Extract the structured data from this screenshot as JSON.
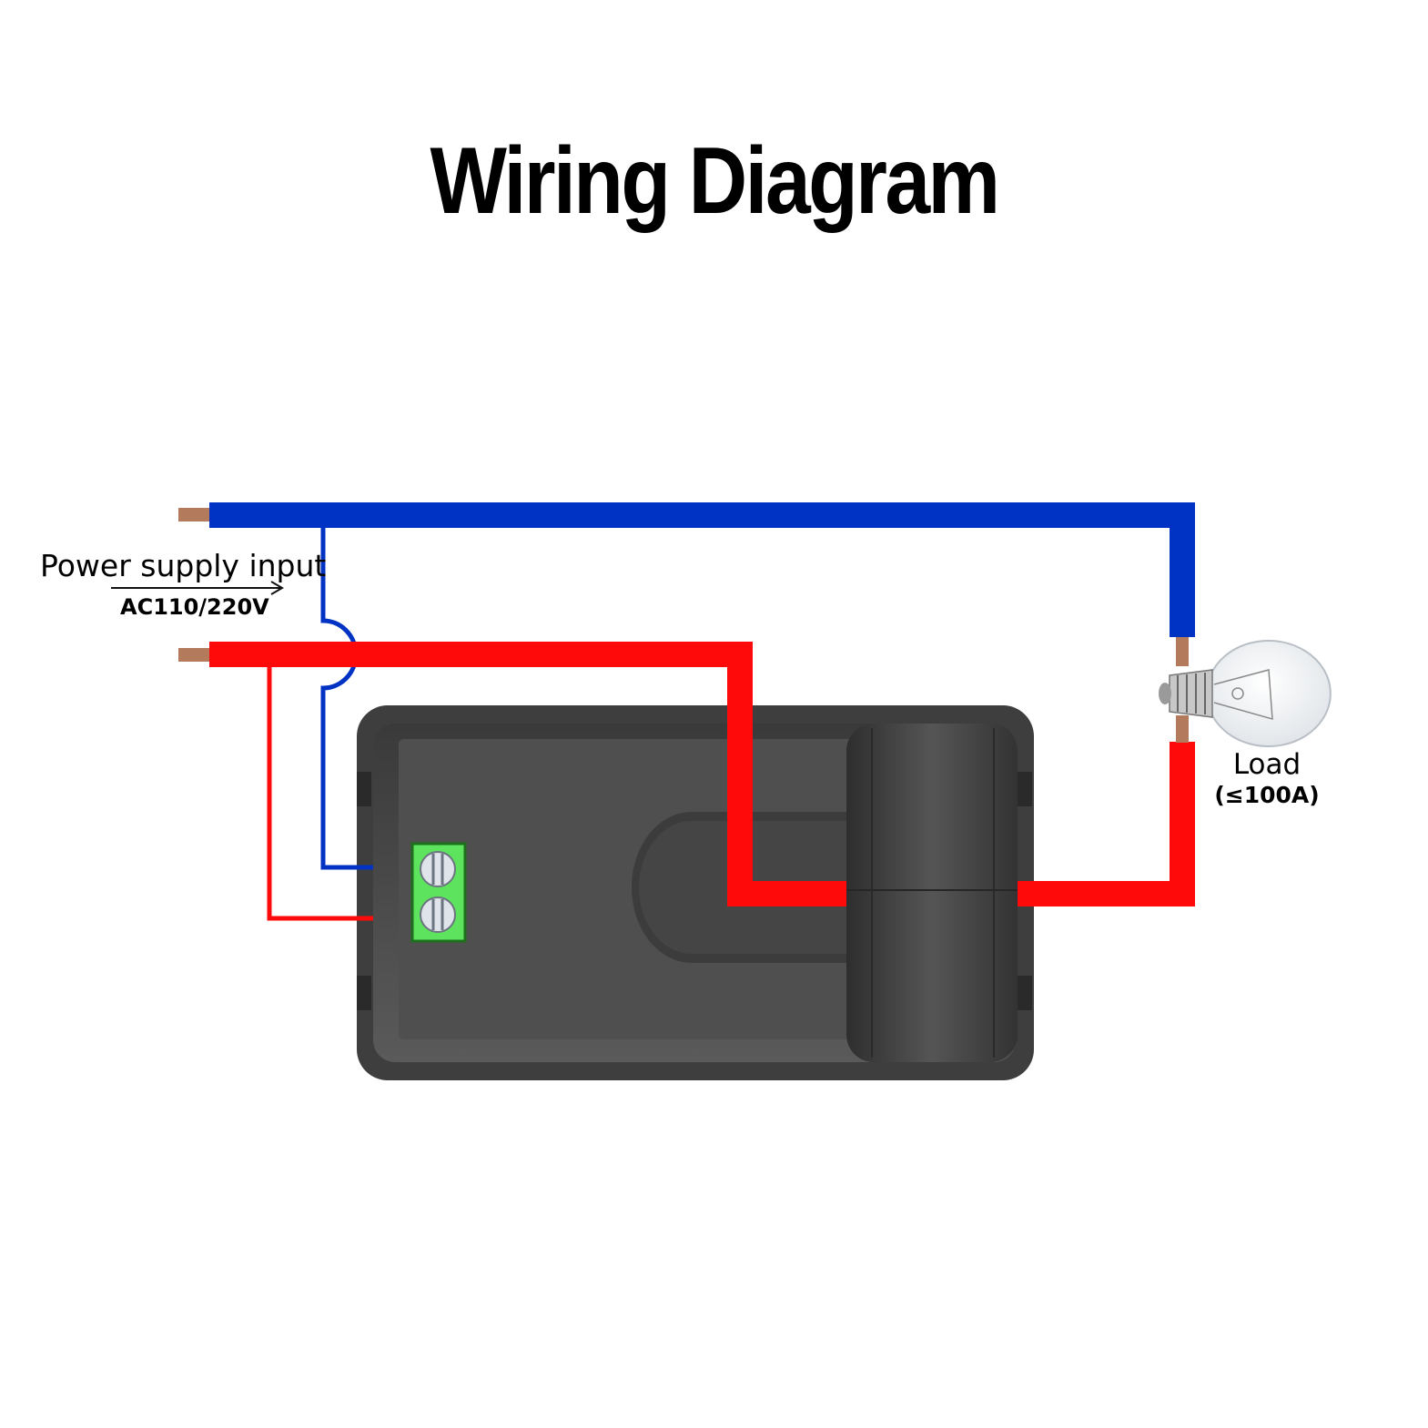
{
  "title": "Wiring Diagram",
  "labels": {
    "power_supply_input": "Power supply input",
    "voltage": "AC110/220V",
    "load": "Load",
    "load_rating": "(≤100A)"
  },
  "colors": {
    "neutral_wire": "#0033c4",
    "live_wire": "#ff0a0a",
    "copper_tip": "#b47a5c",
    "module_body": "#4a4a4a",
    "terminal_block": "#5ee35e"
  },
  "icons": [
    "light-bulb-icon",
    "terminal-screw-icon"
  ]
}
